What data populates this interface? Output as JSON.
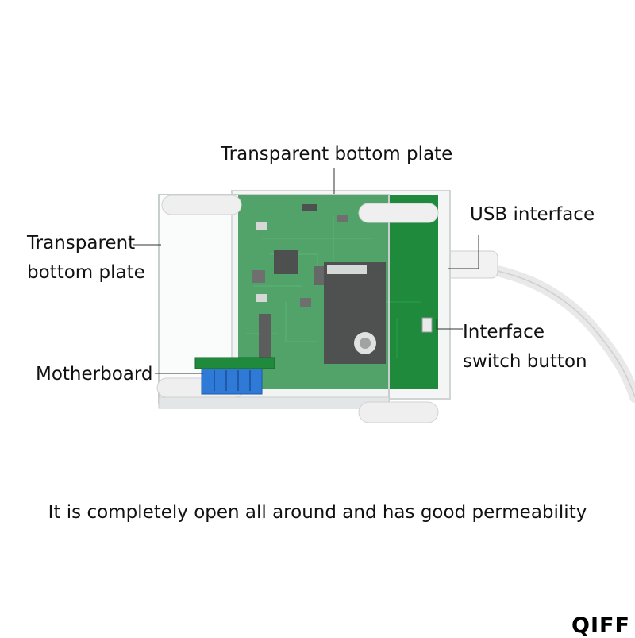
{
  "labels": {
    "top_plate": "Transparent bottom plate",
    "left_plate_line1": "Transparent",
    "left_plate_line2": "bottom plate",
    "usb": "USB interface",
    "switch_line1": "Interface",
    "switch_line2": "switch button",
    "motherboard": "Motherboard"
  },
  "caption": "It is completely open all around and has good permeability",
  "watermark": "QIFF",
  "colors": {
    "pcb_green": "#1f8a3c",
    "pcb_dark": "#14662c",
    "sensor_blue": "#2f7ad6",
    "acrylic_edge": "#d8dcdc",
    "standoff": "#efefef"
  }
}
